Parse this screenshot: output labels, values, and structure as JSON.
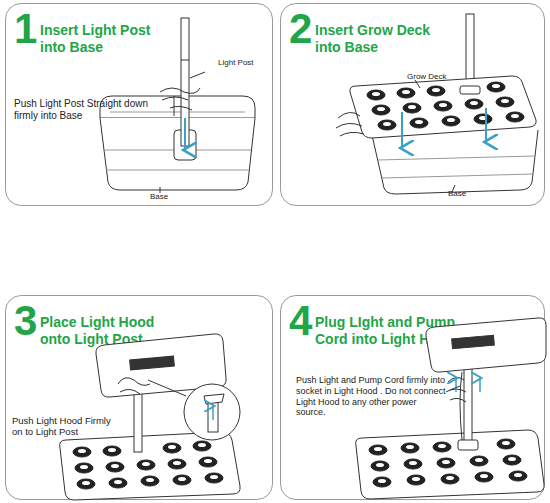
{
  "diagram": {
    "nodes": [
      {
        "text": [
          "1",
          "Insert Light Post into Base"
        ]
      },
      {
        "text": [
          "2",
          "Insert Grow Deck into Base"
        ]
      },
      {
        "text": [
          "3",
          "Place Light Hood onto Light Post"
        ]
      },
      {
        "text": [
          "4",
          "Plug LIght and Pump Cord into Light Hood"
        ]
      }
    ],
    "labels": [
      "Light Post",
      "Push Light Post Straight down firmly into Base",
      "Base",
      "Grow Deck",
      "Base",
      "Push Light Hood Firmly on to Light Post",
      "Push Light and Pump Cord firmly into socket in Light Hood . Do not connect Light Hood to any other power source."
    ]
  }
}
